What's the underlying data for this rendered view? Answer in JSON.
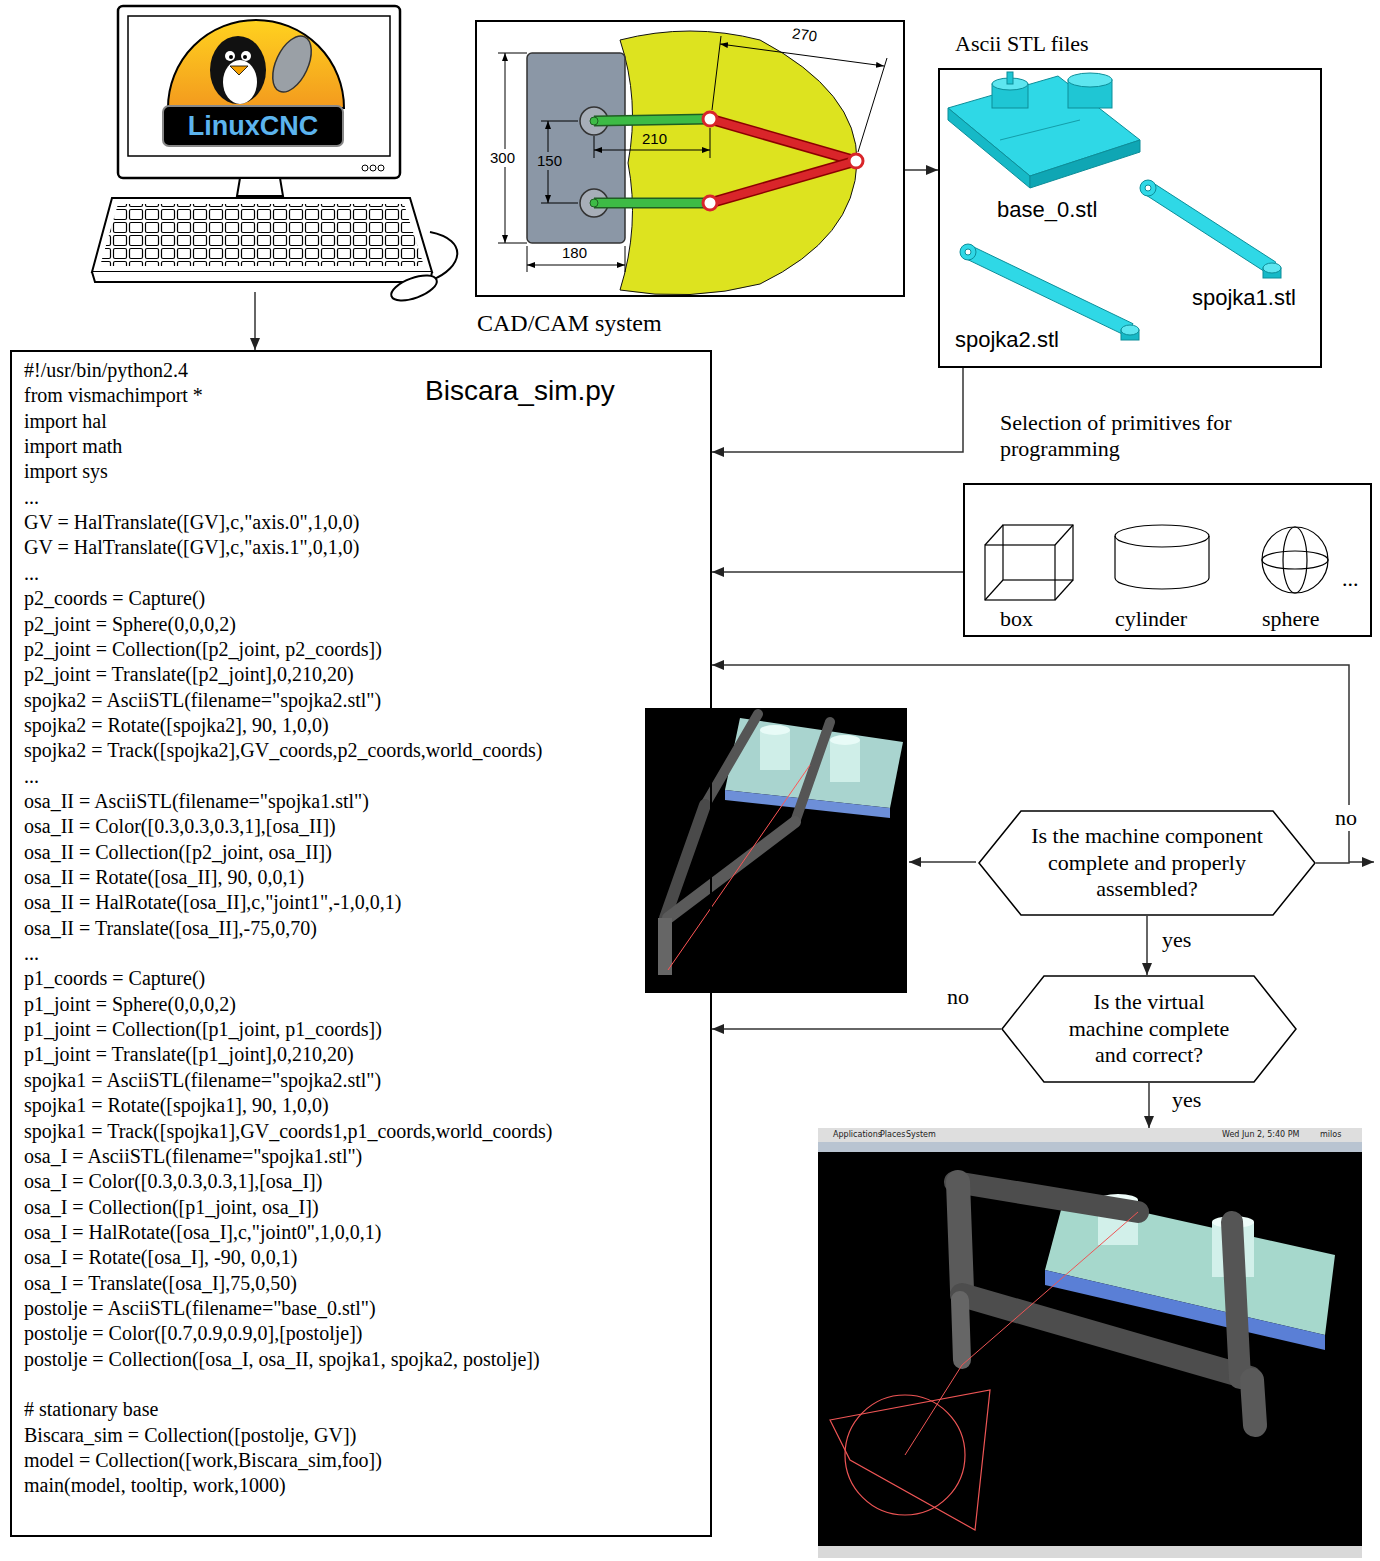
{
  "diagram": {
    "nodes": [
      {
        "text": [
          "LinuxCNC"
        ]
      },
      {
        "text": [
          "CAD/CAM system"
        ]
      },
      {
        "text": [
          "Ascii STL files",
          "base_0.stl",
          "spojka1.stl",
          "spojka2.stl"
        ]
      },
      {
        "text": [
          "Biscara_sim.py",
          "#!/usr/bin/python2.4",
          "from vismachimport *",
          "import hal",
          "import math",
          "import sys",
          "...",
          "GV = HalTranslate([GV],c,\"axis.0\",1,0,0)",
          "GV = HalTranslate([GV],c,\"axis.1\",0,1,0)",
          "...",
          "p2_coords = Capture()",
          "p2_joint = Sphere(0,0,0,2)",
          "p2_joint = Collection([p2_joint, p2_coords])",
          "p2_joint = Translate([p2_joint],0,210,20)",
          "spojka2 = AsciiSTL(filename=\"spojka2.stl\")",
          "spojka2 = Rotate([spojka2], 90, 1,0,0)",
          "spojka2 = Track([spojka2],GV_coords,p2_coords,world_coords)",
          "...",
          "osa_II = AsciiSTL(filename=\"spojka1.stl\")",
          "osa_II = Color([0.3,0.3,0.3,1],[osa_II])",
          "osa_II = Collection([p2_joint, osa_II])",
          "osa_II = Rotate([osa_II], 90, 0,0,1)",
          "osa_II = HalRotate([osa_II],c,\"joint1\",-1,0,0,1)",
          "osa_II = Translate([osa_II],-75,0,70)",
          "...",
          "p1_coords = Capture()",
          "p1_joint = Sphere(0,0,0,2)",
          "p1_joint = Collection([p1_joint, p1_coords])",
          "p1_joint = Translate([p1_joint],0,210,20)",
          "spojka1 = AsciiSTL(filename=\"spojka2.stl\")",
          "spojka1 = Rotate([spojka1], 90, 1,0,0)",
          "spojka1 = Track([spojka1],GV_coords1,p1_coords,world_coords)",
          "osa_I = AsciiSTL(filename=\"spojka1.stl\")",
          "osa_I = Color([0.3,0.3,0.3,1],[osa_I])",
          "osa_I = Collection([p1_joint, osa_I])",
          "osa_I = HalRotate([osa_I],c,\"joint0\",1,0,0,1)",
          "osa_I = Rotate([osa_I], -90, 0,0,1)",
          "osa_I = Translate([osa_I],75,0,50)",
          "postolje = AsciiSTL(filename=\"base_0.stl\")",
          "postolje = Color([0.7,0.9,0.9,0],[postolje])",
          "postolje = Collection([osa_I, osa_II, spojka1, spojka2, postolje])",
          "# stationary base",
          "Biscara_sim = Collection([postolje, GV])",
          "model = Collection([work,Biscara_sim,foo])",
          "main(model, tooltip, work,1000)"
        ]
      },
      {
        "text": [
          "box",
          "cylinder",
          "sphere",
          "..."
        ]
      },
      {
        "text": [
          "Is the machine component complete and properly assembled?"
        ]
      },
      {
        "text": [
          "Is the virtual machine complete and correct?"
        ]
      },
      {
        "text": [
          "Applications",
          "Places",
          "System",
          "Wed Jun 2, 5:40 PM",
          "milos"
        ]
      }
    ],
    "edges": [
      {
        "from": 0,
        "to": 3,
        "arrow": "to"
      },
      {
        "from": 1,
        "to": 2,
        "arrow": "to"
      },
      {
        "from": 2,
        "to": 3,
        "label": "Selection of primitives for programming",
        "arrow": "to"
      },
      {
        "from": 4,
        "to": 3,
        "arrow": "to"
      },
      {
        "from": 5,
        "to": 3,
        "label": "no",
        "arrow": "to"
      },
      {
        "from": 5,
        "to": 6,
        "label": "yes",
        "arrow": "to"
      },
      {
        "from": 6,
        "to": 3,
        "label": "no",
        "arrow": "to"
      },
      {
        "from": 6,
        "to": 7,
        "label": "yes",
        "arrow": "to"
      }
    ],
    "labels": [
      "300",
      "150",
      "210",
      "270",
      "180"
    ]
  }
}
